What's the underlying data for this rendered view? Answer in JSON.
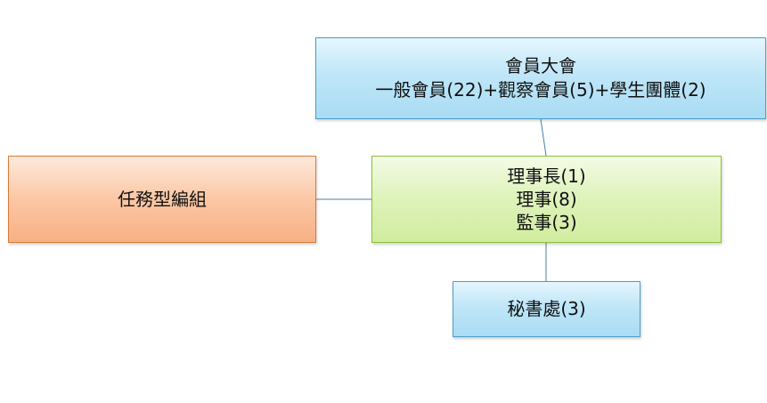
{
  "nodes": {
    "assembly": {
      "line1": "會員大會",
      "line2": "一般會員(22)+觀察會員(5)+學生團體(2)"
    },
    "board": {
      "line1": "理事長(1)",
      "line2": "理事(8)",
      "line3": "監事(3)"
    },
    "task_force": {
      "label": "任務型編組"
    },
    "secretariat": {
      "label": "秘書處(3)"
    }
  },
  "colors": {
    "blue_fill": "#bfe6f8",
    "green_fill": "#dff3bd",
    "orange_fill": "#fbc7a4",
    "connector": "#4a7fa8"
  }
}
